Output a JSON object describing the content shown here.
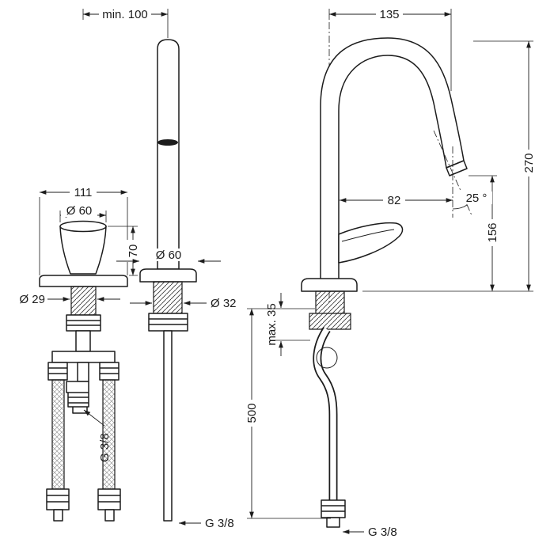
{
  "drawing": {
    "type": "faucet-installation-dimension-drawing",
    "colors": {
      "line": "#1c1c1c",
      "background": "#ffffff",
      "braid": "#9a9a9a"
    },
    "dims": {
      "min100": "min. 100",
      "d135": "135",
      "d270": "270",
      "d111": "111",
      "dia60_handle": "Ø 60",
      "d70": "70",
      "dia60_spout": "Ø 60",
      "dia29": "Ø 29",
      "dia32": "Ø 32",
      "d82": "82",
      "angle25": "25 °",
      "d156": "156",
      "max35": "max. 35",
      "d500": "500",
      "thread_left": "G 3/8",
      "thread_middle": "G 3/8",
      "thread_right": "G 3/8"
    }
  }
}
